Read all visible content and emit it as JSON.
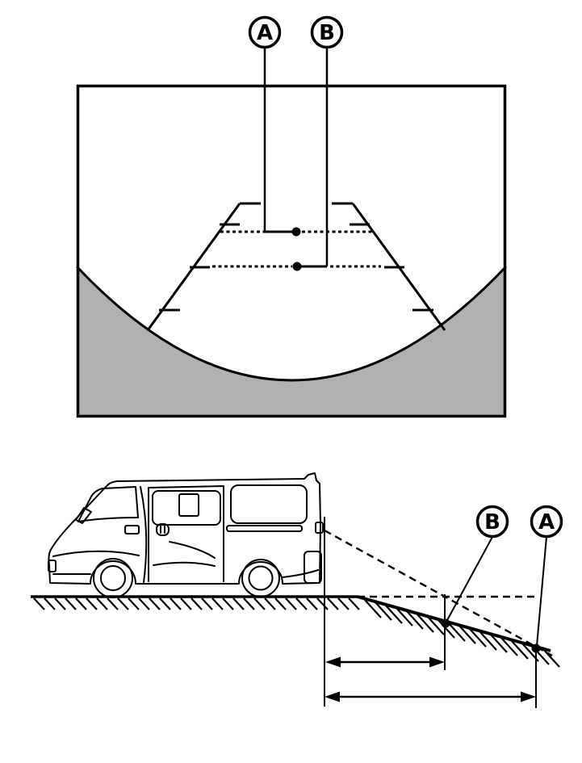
{
  "colors": {
    "line": "#000000",
    "bumper_area": "#b1b1b1",
    "background": "#ffffff"
  },
  "monitor_view": {
    "marker_a_label": "A",
    "marker_b_label": "B"
  },
  "side_view": {
    "marker_a_label": "A",
    "marker_b_label": "B"
  }
}
